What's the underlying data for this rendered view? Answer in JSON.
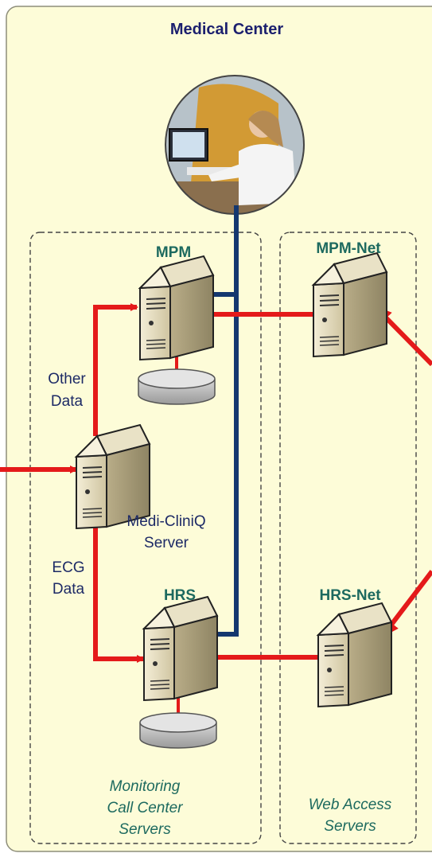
{
  "center": {
    "title": "Medical Center",
    "operator_alt": "call center operator"
  },
  "servers": {
    "mpm": "MPM",
    "mpm_net": "MPM-Net",
    "hrs": "HRS",
    "hrs_net": "HRS-Net",
    "mediclinq": [
      "Medi-CliniQ",
      "Server"
    ]
  },
  "flows": {
    "other_data": [
      "Other",
      "Data"
    ],
    "ecg_data": [
      "ECG",
      "Data"
    ]
  },
  "groups": {
    "monitoring": [
      "Monitoring",
      "Call Center",
      "Servers"
    ],
    "web_access": [
      "Web Access",
      "Servers"
    ]
  },
  "colors": {
    "panel_bg": "#fdfcd8",
    "panel_border": "#8d8d7a",
    "arrow_red": "#e41a1a",
    "link_navy": "#14376f",
    "title_text": "#1b1f6e",
    "server_text": "#1d6a5f"
  }
}
